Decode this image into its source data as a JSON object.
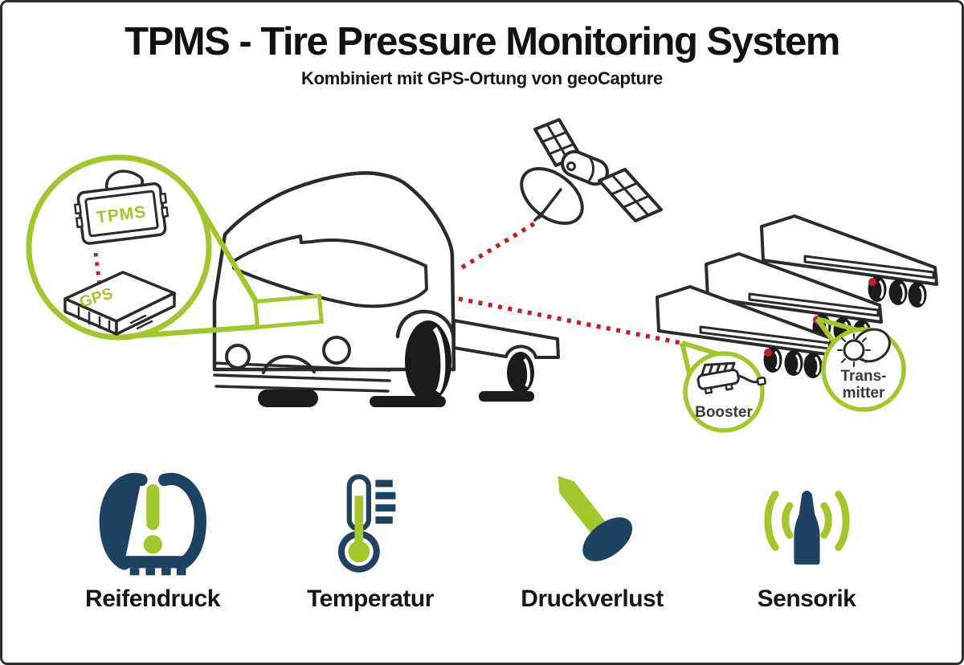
{
  "header": {
    "title": "TPMS - Tire Pressure Monitoring System",
    "subtitle": "Kombiniert mit GPS-Ortung von geoCapture"
  },
  "diagram": {
    "display_label": "TPMS",
    "gps_label": "GPS",
    "booster_label": "Booster",
    "transmitter_line1": "Trans-",
    "transmitter_line2": "mitter"
  },
  "features": [
    {
      "label": "Reifendruck",
      "icon": "tire-pressure-warning-icon"
    },
    {
      "label": "Temperatur",
      "icon": "thermometer-icon"
    },
    {
      "label": "Druckverlust",
      "icon": "nail-puncture-icon"
    },
    {
      "label": "Sensorik",
      "icon": "radio-signal-antenna-icon"
    }
  ],
  "colors": {
    "green": "#a3c62b",
    "navy": "#1e4262",
    "red": "#bf1f2f",
    "line": "#2b2b2b"
  }
}
